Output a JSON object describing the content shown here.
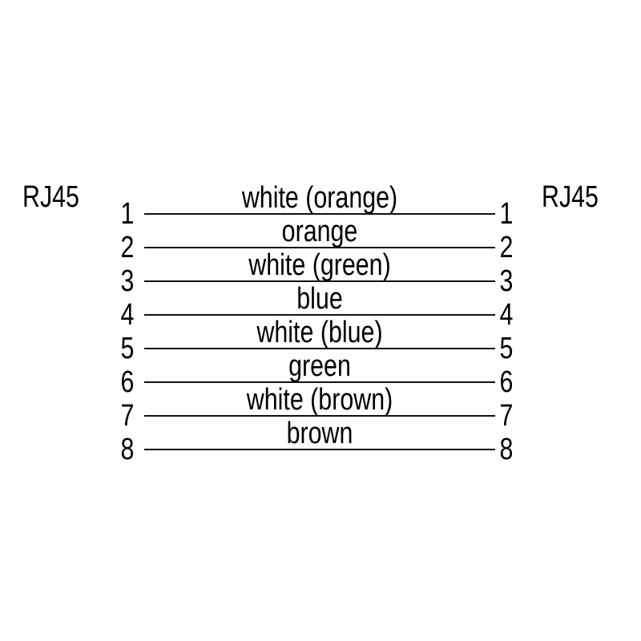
{
  "diagram": {
    "background_color": "#ffffff",
    "line_color": "#111111",
    "text_color": "#000000"
  },
  "connectors": {
    "left_label": "RJ45",
    "right_label": "RJ45"
  },
  "wires": [
    {
      "pin_left": "1",
      "color": "white (orange)",
      "pin_right": "1"
    },
    {
      "pin_left": "2",
      "color": "orange",
      "pin_right": "2"
    },
    {
      "pin_left": "3",
      "color": "white (green)",
      "pin_right": "3"
    },
    {
      "pin_left": "4",
      "color": "blue",
      "pin_right": "4"
    },
    {
      "pin_left": "5",
      "color": "white (blue)",
      "pin_right": "5"
    },
    {
      "pin_left": "6",
      "color": "green",
      "pin_right": "6"
    },
    {
      "pin_left": "7",
      "color": "white (brown)",
      "pin_right": "7"
    },
    {
      "pin_left": "8",
      "color": "brown",
      "pin_right": "8"
    }
  ]
}
